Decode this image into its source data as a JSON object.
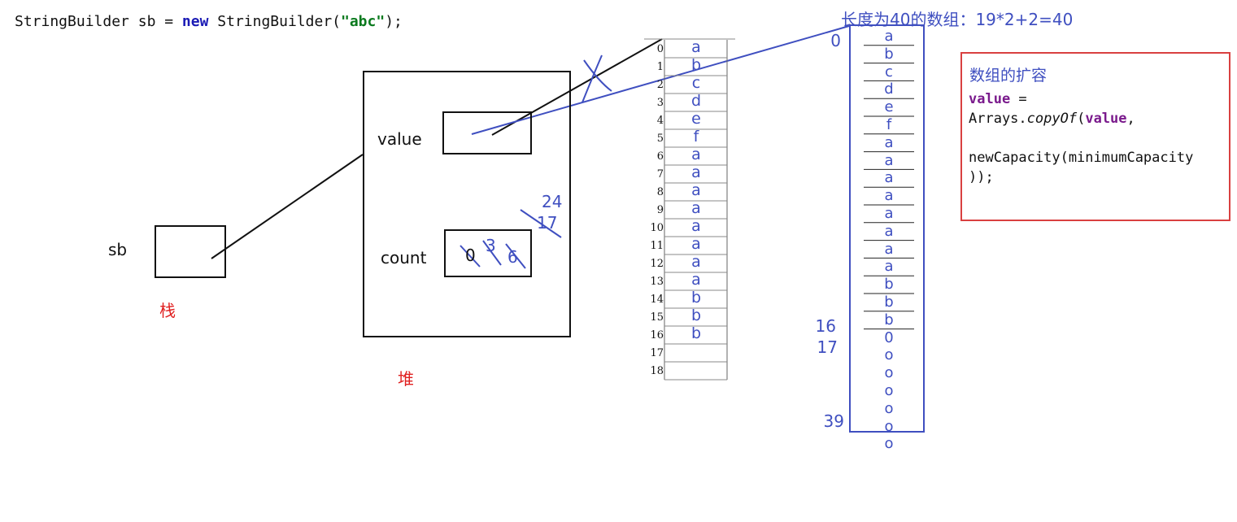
{
  "code": {
    "type_name": "StringBuilder",
    "var_name": " sb = ",
    "new_kw": "new",
    "ctor": " StringBuilder(",
    "literal": "\"abc\"",
    "end": ");"
  },
  "labels": {
    "sb": "sb",
    "stack": "栈",
    "heap": "堆",
    "value": "value",
    "count": "count"
  },
  "count_values": [
    "0",
    "3",
    "6"
  ],
  "capacity_values": [
    "24",
    "17"
  ],
  "old_array": {
    "indices": [
      "0",
      "1",
      "2",
      "3",
      "4",
      "5",
      "6",
      "7",
      "8",
      "9",
      "10",
      "11",
      "12",
      "13",
      "14",
      "15",
      "16",
      "17",
      "18"
    ],
    "values": [
      "a",
      "b",
      "c",
      "d",
      "e",
      "f",
      "a",
      "a",
      "a",
      "a",
      "a",
      "a",
      "a",
      "a",
      "b",
      "b",
      "b",
      "",
      ""
    ]
  },
  "new_array": {
    "title": "长度为40的数组：19*2+2=40",
    "indices": {
      "first": "0",
      "i16": "16",
      "i17": "17",
      "last": "39"
    },
    "values": [
      "a",
      "b",
      "c",
      "d",
      "e",
      "f",
      "a",
      "a",
      "a",
      "a",
      "a",
      "a",
      "a",
      "a",
      "b",
      "b",
      "b",
      "0",
      "o",
      "o",
      "o",
      "o",
      "o",
      "o"
    ]
  },
  "note": {
    "title": "数组的扩容",
    "kw_value": "value",
    "eq": " =",
    "arrays": "Arrays.",
    "copy_of": "copyOf",
    "paren": "(",
    "kw_value2": "value",
    "comma": ",",
    "line3": "newCapacity(minimumCapacity",
    "line4": "));"
  },
  "colors": {
    "ink": "#3f4fc0",
    "red": "#e02020",
    "note_border": "#d94040"
  }
}
